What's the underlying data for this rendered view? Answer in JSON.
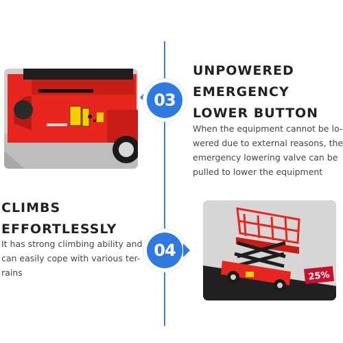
{
  "section_03": {
    "number": "03",
    "title_lines": [
      "UNPOWERED",
      "EMERGENCY",
      "LOWER BUTTON"
    ],
    "description_lines": [
      "When the equipment cannot be lo-",
      "wered due to external reasons, the",
      "emergency lowering valve can be",
      "pulled to lower the equipment"
    ]
  },
  "section_04": {
    "number": "04",
    "title_lines": [
      "CLIMBS",
      "EFFORTLESSLY"
    ],
    "description_lines": [
      "It has strong climbing ability and",
      "can easily cope with various ter-",
      "rains"
    ],
    "slope_sign": "25%"
  },
  "colors": {
    "accent_blue": "#2f7ae0",
    "divider_blue": "#3d7fd9",
    "machine_red": "#e6261f",
    "heading_text": "#222222",
    "body_text": "#444444"
  },
  "icons": {
    "photo_03": "machine-base-photo",
    "photo_04": "scissor-lift-on-slope-photo"
  }
}
